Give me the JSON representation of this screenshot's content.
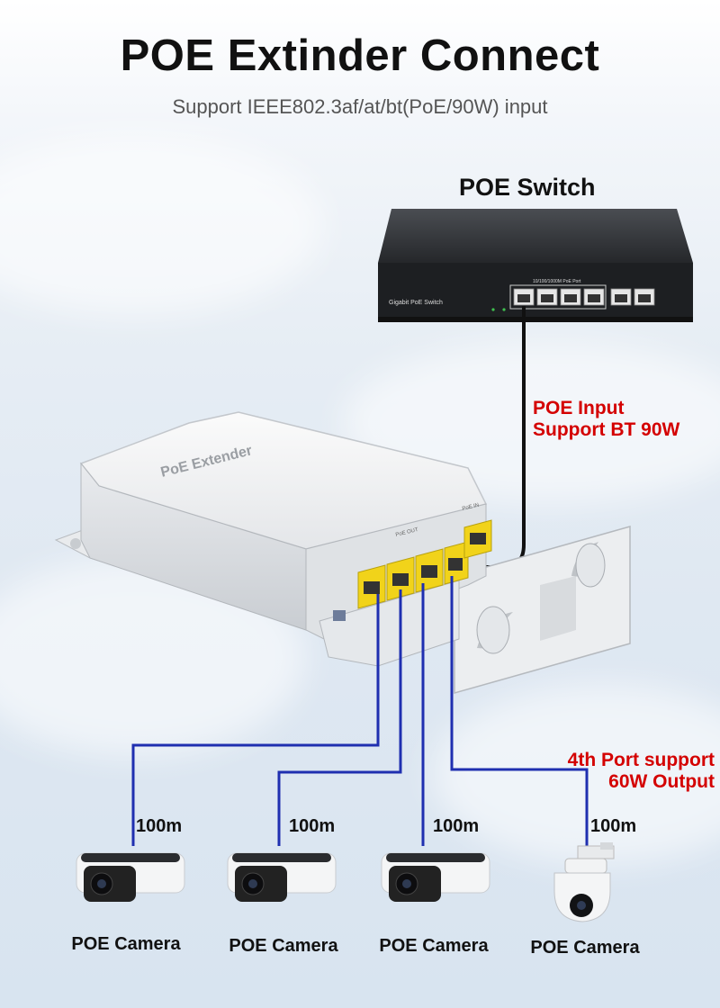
{
  "header": {
    "title": "POE Extinder Connect",
    "subtitle": "Support IEEE802.3af/at/bt(PoE/90W) input"
  },
  "switch": {
    "title": "POE Switch",
    "panel_label": "Gigabit PoE Switch",
    "port_label": "10/100/1000M PoE Port"
  },
  "extender": {
    "label": "PoE Extender",
    "in_label": "PoE IN",
    "out_label": "PoE OUT"
  },
  "annotations": {
    "poe_input_line1": "POE Input",
    "poe_input_line2": "Support BT 90W",
    "port4_line1": "4th Port support",
    "port4_line2": "60W Output"
  },
  "cameras": [
    {
      "distance": "100m",
      "label": "POE Camera",
      "type": "bullet-camera"
    },
    {
      "distance": "100m",
      "label": "POE Camera",
      "type": "bullet-camera"
    },
    {
      "distance": "100m",
      "label": "POE Camera",
      "type": "bullet-camera"
    },
    {
      "distance": "100m",
      "label": "POE Camera",
      "type": "dome-camera"
    }
  ],
  "colors": {
    "cable_blue": "#1f2fb0",
    "cable_black": "#111111",
    "annotation_red": "#d40000",
    "port_yellow": "#f1d31a"
  }
}
